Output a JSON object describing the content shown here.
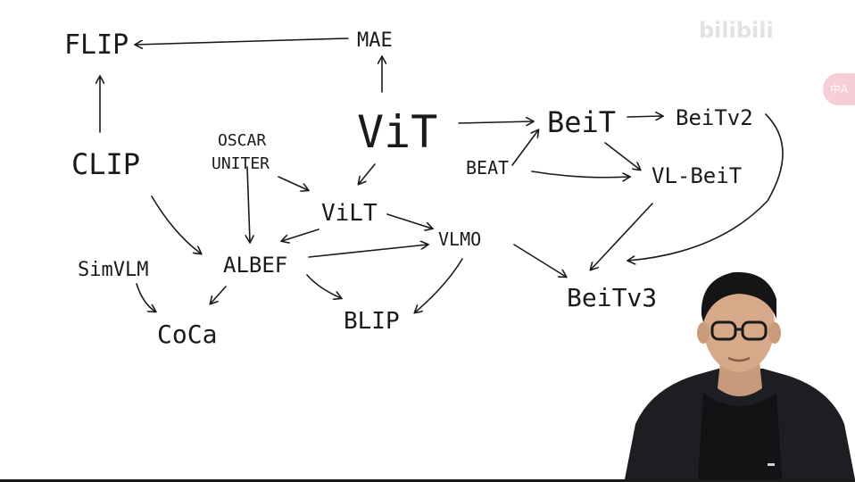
{
  "watermark": {
    "text": "",
    "logo": "bilibili"
  },
  "subtitle_button": {
    "icon": "subtitle-icon",
    "label": "中A"
  },
  "nodes": {
    "flip": "FLIP",
    "mae": "MAE",
    "vit": "ViT",
    "beit": "BeiT",
    "beitv2": "BeiTv2",
    "clip": "CLIP",
    "oscar": "OSCAR",
    "uniter": "UNITER",
    "beat": "BEAT",
    "vl_beit": "VL-BeiT",
    "vilt": "ViLT",
    "vlmo": "VLMO",
    "simvlm": "SimVLM",
    "albef": "ALBEF",
    "beitv3": "BeiTv3",
    "coca": "CoCa",
    "blip": "BLIP"
  },
  "colors": {
    "ink": "#1a1a1a",
    "background": "#ffffff",
    "accent_pink": "#f7cdd6"
  }
}
